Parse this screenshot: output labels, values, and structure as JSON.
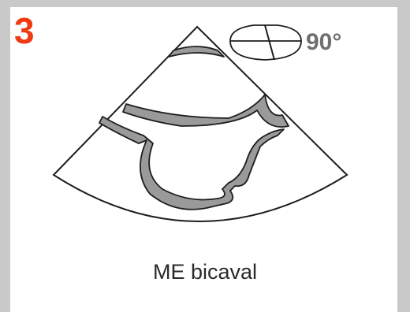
{
  "panel": {
    "number": "3",
    "angle": "90°",
    "caption": "ME bicaval"
  },
  "colors": {
    "panel_number": "#f03a12",
    "angle_text": "#6f6f6f",
    "caption_text": "#2a2a2a",
    "outline": "#1e1e1e",
    "wall_fill": "#9a9a9a",
    "border": "#c9c9c9",
    "background": "#ffffff"
  },
  "icons": {
    "angle_indicator": "omniplane-angle-icon"
  }
}
